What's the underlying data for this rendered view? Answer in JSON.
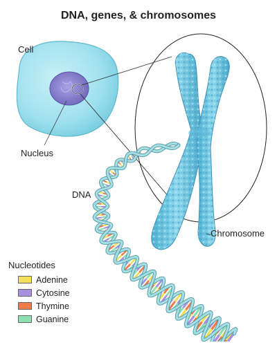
{
  "title": "DNA, genes, & chromosomes",
  "labels": {
    "cell": "Cell",
    "nucleus": "Nucleus",
    "dna": "DNA",
    "chromosome": "Chromosome"
  },
  "legend": {
    "title": "Nucleotides",
    "items": [
      {
        "name": "Adenine",
        "color": "#f3e05a"
      },
      {
        "name": "Cytosine",
        "color": "#a98fe0"
      },
      {
        "name": "Thymine",
        "color": "#ef7a4a"
      },
      {
        "name": "Guanine",
        "color": "#8fe0b0"
      }
    ]
  },
  "colors": {
    "cell_fill": "#9fe0ee",
    "nucleus_fill": "#8a84cc",
    "chromosome_fill": "#6fc6e0",
    "dna_backbone": "#a8dde3"
  }
}
